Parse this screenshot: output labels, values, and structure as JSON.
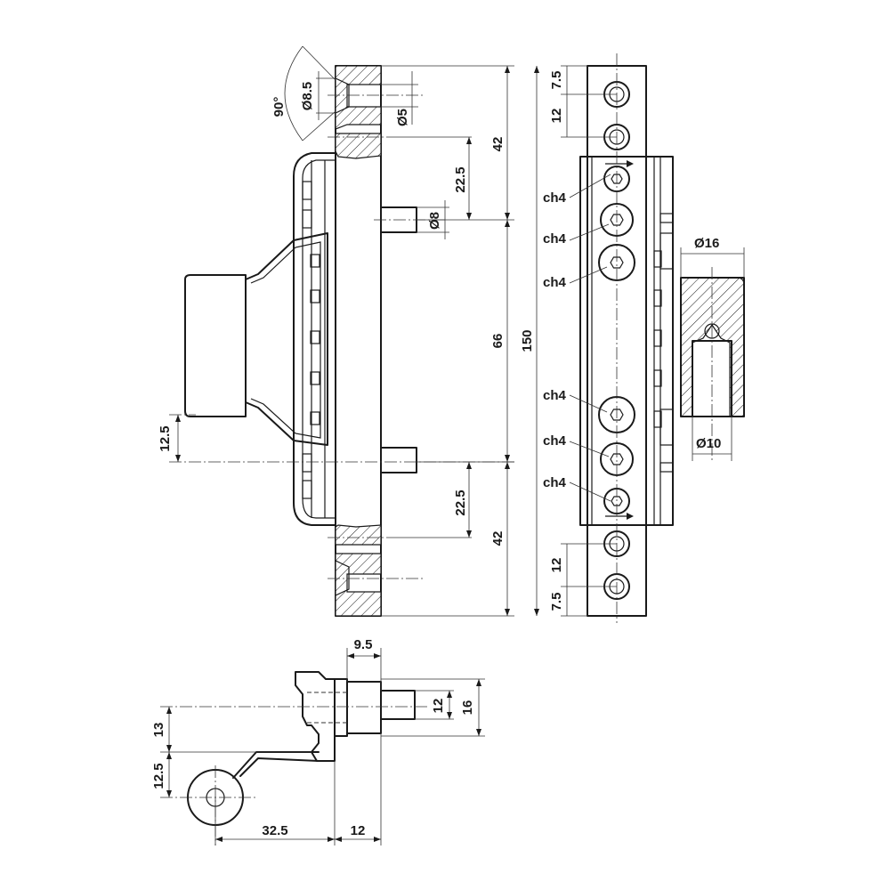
{
  "front_view": {
    "angle": "90°",
    "countersink_diameter": "Ø8.5",
    "hole_diameter": "Ø5",
    "pin_diameter": "Ø8",
    "dim_top_offset": "22.5",
    "dim_top_segment": "42",
    "dim_middle_segment": "66",
    "dim_bottom_segment": "42",
    "dim_bottom_offset": "22.5",
    "dim_total": "150",
    "dim_knob_offset": "12.5"
  },
  "side_view": {
    "dim_edge_top": "7.5",
    "dim_pitch_top": "12",
    "dim_pitch_bottom": "12",
    "dim_edge_bottom": "7.5",
    "wrench_labels": [
      "ch4",
      "ch4",
      "ch4",
      "ch4",
      "ch4",
      "ch4"
    ],
    "outer_diameter": "Ø16",
    "inner_diameter": "Ø10"
  },
  "bottom_view": {
    "dim_top_width": "9.5",
    "dim_inner_height": "12",
    "dim_outer_height": "16",
    "dim_left_upper": "13",
    "dim_left_lower": "12.5",
    "dim_bottom_left": "32.5",
    "dim_bottom_right": "12"
  }
}
